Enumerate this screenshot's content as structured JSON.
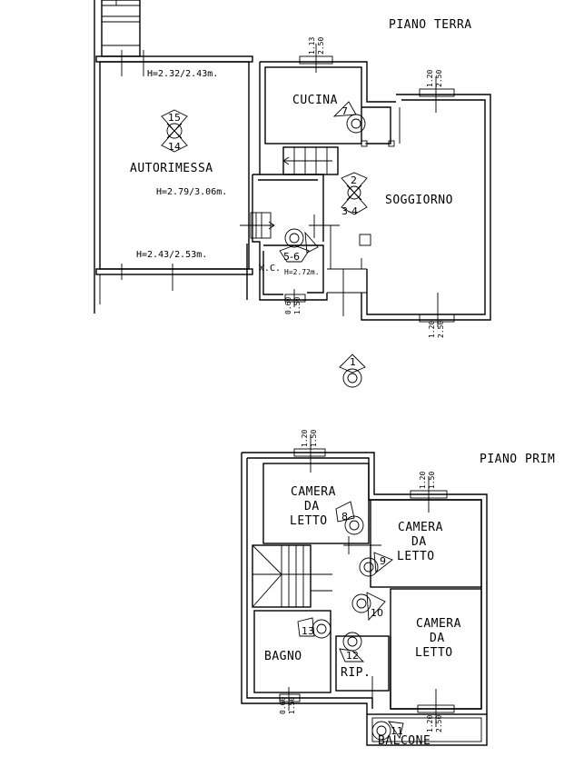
{
  "floors": {
    "ground": "PIANO TERRA",
    "first": "PIANO PRIM"
  },
  "rooms": {
    "autorimessa": "AUTORIMESSA",
    "cucina": "CUCINA",
    "soggiorno": "SOGGIORNO",
    "wc": "W.C.",
    "bagno": "BAGNO",
    "rip": "RIP.",
    "balcone": "BALCONE",
    "camera1": [
      "CAMERA",
      "DA",
      "LETTO"
    ],
    "camera2": [
      "CAMERA",
      "DA",
      "LETTO"
    ],
    "camera3": [
      "CAMERA",
      "DA",
      "LETTO"
    ]
  },
  "heights": {
    "garage_top": "H=2.32/2.43m.",
    "garage_mid": "H=2.79/3.06m.",
    "garage_bottom": "H=2.43/2.53m.",
    "wc": "H=2.72m."
  },
  "windows": {
    "cucina": [
      "1.13",
      "2.50"
    ],
    "soggiorno_top": [
      "1.20",
      "2.50"
    ],
    "soggiorno_bottom": [
      "1.20",
      "2.50"
    ],
    "wc": [
      "0.60",
      "1.50"
    ],
    "camera1": [
      "1.20",
      "1.50"
    ],
    "camera2": [
      "1.20",
      "1.50"
    ],
    "camera3": [
      "1.20",
      "2.50"
    ],
    "bagno": [
      "0.60",
      "1.50"
    ]
  },
  "viewpoints": {
    "v15": "15",
    "v14": "14",
    "v7": "7",
    "v2": "2",
    "v34": "3-4",
    "v56": "5-6",
    "v1": "1",
    "v8": "8",
    "v9": "9",
    "v10": "10",
    "v13": "13",
    "v12": "12",
    "v11": "11"
  }
}
